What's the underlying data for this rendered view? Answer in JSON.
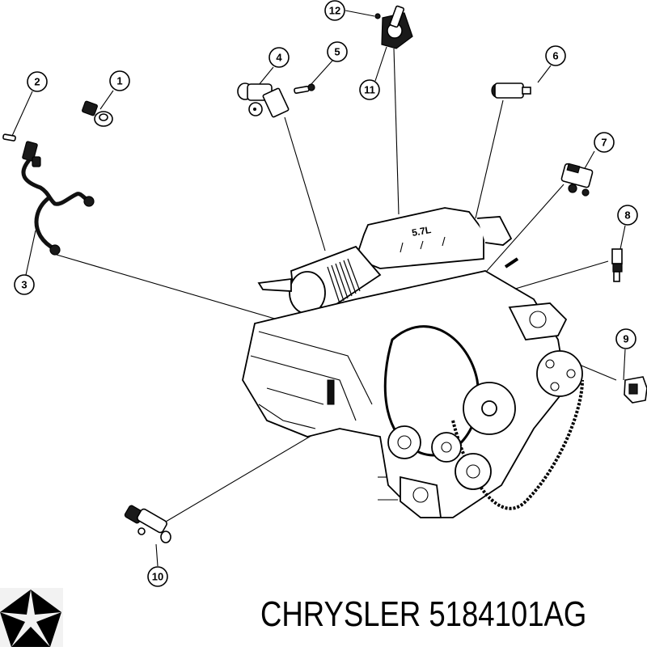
{
  "diagram": {
    "subject": "Engine sensor locations exploded view",
    "callouts": [
      {
        "id": "1",
        "label": "1"
      },
      {
        "id": "2",
        "label": "2"
      },
      {
        "id": "3",
        "label": "3"
      },
      {
        "id": "4",
        "label": "4"
      },
      {
        "id": "5",
        "label": "5"
      },
      {
        "id": "6",
        "label": "6"
      },
      {
        "id": "7",
        "label": "7"
      },
      {
        "id": "8",
        "label": "8"
      },
      {
        "id": "9",
        "label": "9"
      },
      {
        "id": "10",
        "label": "10"
      },
      {
        "id": "11",
        "label": "11"
      },
      {
        "id": "12",
        "label": "12"
      }
    ],
    "engine_cover_text": "5.7L"
  },
  "footer": {
    "brand_logo": "chrysler-pentastar-icon",
    "caption": "CHRYSLER 5184101AG"
  },
  "colors": {
    "line": "#000000",
    "background": "#ffffff",
    "logo_bg": "#f2f2f2"
  }
}
